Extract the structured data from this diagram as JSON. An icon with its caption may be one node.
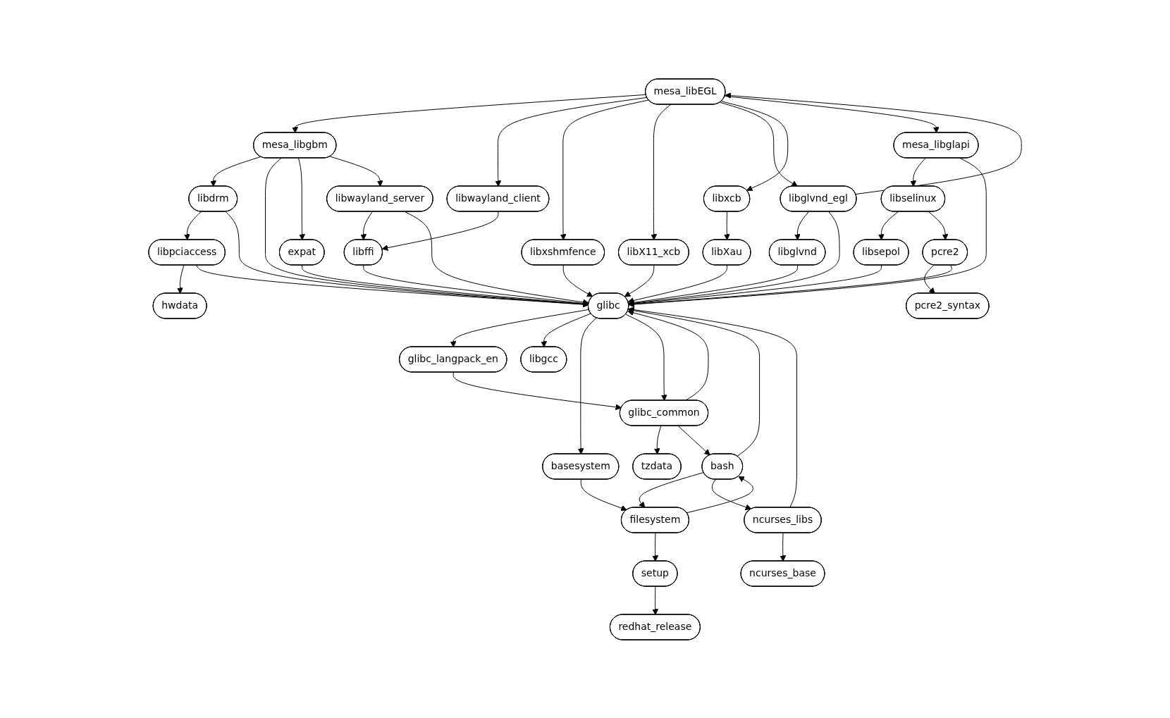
{
  "diagram": {
    "nodes": [
      {
        "text": [
          "mesa_libEGL"
        ]
      },
      {
        "text": [
          "mesa_libgbm"
        ]
      },
      {
        "text": [
          "libxshmfence"
        ]
      },
      {
        "text": [
          "libglvnd_egl"
        ]
      },
      {
        "text": [
          "libxcb"
        ]
      },
      {
        "text": [
          "mesa_libglapi"
        ]
      },
      {
        "text": [
          "libdrm"
        ]
      },
      {
        "text": [
          "libwayland_server"
        ]
      },
      {
        "text": [
          "libwayland_client"
        ]
      },
      {
        "text": [
          "libglvnd"
        ]
      },
      {
        "text": [
          "libXau"
        ]
      },
      {
        "text": [
          "libselinux"
        ]
      },
      {
        "text": [
          "libpciaccess"
        ]
      },
      {
        "text": [
          "expat"
        ]
      },
      {
        "text": [
          "libffi"
        ]
      },
      {
        "text": [
          "libX11_xcb"
        ]
      },
      {
        "text": [
          "libsepol"
        ]
      },
      {
        "text": [
          "pcre2"
        ]
      },
      {
        "text": [
          "hwdata"
        ]
      },
      {
        "text": [
          "glibc"
        ]
      },
      {
        "text": [
          "pcre2_syntax"
        ]
      },
      {
        "text": [
          "glibc_langpack_en"
        ]
      },
      {
        "text": [
          "libgcc"
        ]
      },
      {
        "text": [
          "basesystem"
        ]
      },
      {
        "text": [
          "glibc_common"
        ]
      },
      {
        "text": [
          "tzdata"
        ]
      },
      {
        "text": [
          "bash"
        ]
      },
      {
        "text": [
          "filesystem"
        ]
      },
      {
        "text": [
          "ncurses_libs"
        ]
      },
      {
        "text": [
          "setup"
        ]
      },
      {
        "text": [
          "ncurses_base"
        ]
      },
      {
        "text": [
          "redhat_release"
        ]
      }
    ],
    "edges": [
      {
        "from": 0,
        "to": 1,
        "arrow": "to"
      },
      {
        "from": 0,
        "to": 8,
        "arrow": "to"
      },
      {
        "from": 0,
        "to": 2,
        "arrow": "to"
      },
      {
        "from": 0,
        "to": 15,
        "arrow": "to"
      },
      {
        "from": 0,
        "to": 3,
        "arrow": "to"
      },
      {
        "from": 3,
        "to": 0,
        "arrow": "to"
      },
      {
        "from": 0,
        "to": 4,
        "arrow": "to"
      },
      {
        "from": 0,
        "to": 5,
        "arrow": "to"
      },
      {
        "from": 1,
        "to": 6,
        "arrow": "to"
      },
      {
        "from": 1,
        "to": 19,
        "arrow": "to"
      },
      {
        "from": 1,
        "to": 13,
        "arrow": "to"
      },
      {
        "from": 1,
        "to": 7,
        "arrow": "to"
      },
      {
        "from": 2,
        "to": 19,
        "arrow": "to"
      },
      {
        "from": 3,
        "to": 9,
        "arrow": "to"
      },
      {
        "from": 3,
        "to": 19,
        "arrow": "to"
      },
      {
        "from": 4,
        "to": 10,
        "arrow": "to"
      },
      {
        "from": 5,
        "to": 11,
        "arrow": "to"
      },
      {
        "from": 5,
        "to": 19,
        "arrow": "to"
      },
      {
        "from": 6,
        "to": 12,
        "arrow": "to"
      },
      {
        "from": 6,
        "to": 19,
        "arrow": "to"
      },
      {
        "from": 7,
        "to": 14,
        "arrow": "to"
      },
      {
        "from": 7,
        "to": 19,
        "arrow": "to"
      },
      {
        "from": 8,
        "to": 14,
        "arrow": "to"
      },
      {
        "from": 9,
        "to": 19,
        "arrow": "to"
      },
      {
        "from": 10,
        "to": 19,
        "arrow": "to"
      },
      {
        "from": 11,
        "to": 16,
        "arrow": "to"
      },
      {
        "from": 11,
        "to": 17,
        "arrow": "to"
      },
      {
        "from": 12,
        "to": 18,
        "arrow": "to"
      },
      {
        "from": 12,
        "to": 19,
        "arrow": "to"
      },
      {
        "from": 13,
        "to": 19,
        "arrow": "to"
      },
      {
        "from": 14,
        "to": 19,
        "arrow": "to"
      },
      {
        "from": 15,
        "to": 19,
        "arrow": "to"
      },
      {
        "from": 16,
        "to": 19,
        "arrow": "to"
      },
      {
        "from": 17,
        "to": 20,
        "arrow": "to"
      },
      {
        "from": 17,
        "to": 19,
        "arrow": "to"
      },
      {
        "from": 19,
        "to": 21,
        "arrow": "to"
      },
      {
        "from": 19,
        "to": 22,
        "arrow": "to"
      },
      {
        "from": 19,
        "to": 23,
        "arrow": "to"
      },
      {
        "from": 19,
        "to": 24,
        "arrow": "to"
      },
      {
        "from": 24,
        "to": 19,
        "arrow": "to"
      },
      {
        "from": 21,
        "to": 24,
        "arrow": "to"
      },
      {
        "from": 23,
        "to": 27,
        "arrow": "to"
      },
      {
        "from": 24,
        "to": 25,
        "arrow": "to"
      },
      {
        "from": 24,
        "to": 26,
        "arrow": "to"
      },
      {
        "from": 26,
        "to": 19,
        "arrow": "to"
      },
      {
        "from": 26,
        "to": 27,
        "arrow": "to"
      },
      {
        "from": 27,
        "to": 26,
        "arrow": "to"
      },
      {
        "from": 26,
        "to": 28,
        "arrow": "to"
      },
      {
        "from": 28,
        "to": 19,
        "arrow": "to"
      },
      {
        "from": 28,
        "to": 30,
        "arrow": "to"
      },
      {
        "from": 27,
        "to": 29,
        "arrow": "to"
      },
      {
        "from": 29,
        "to": 31,
        "arrow": "to"
      }
    ]
  }
}
